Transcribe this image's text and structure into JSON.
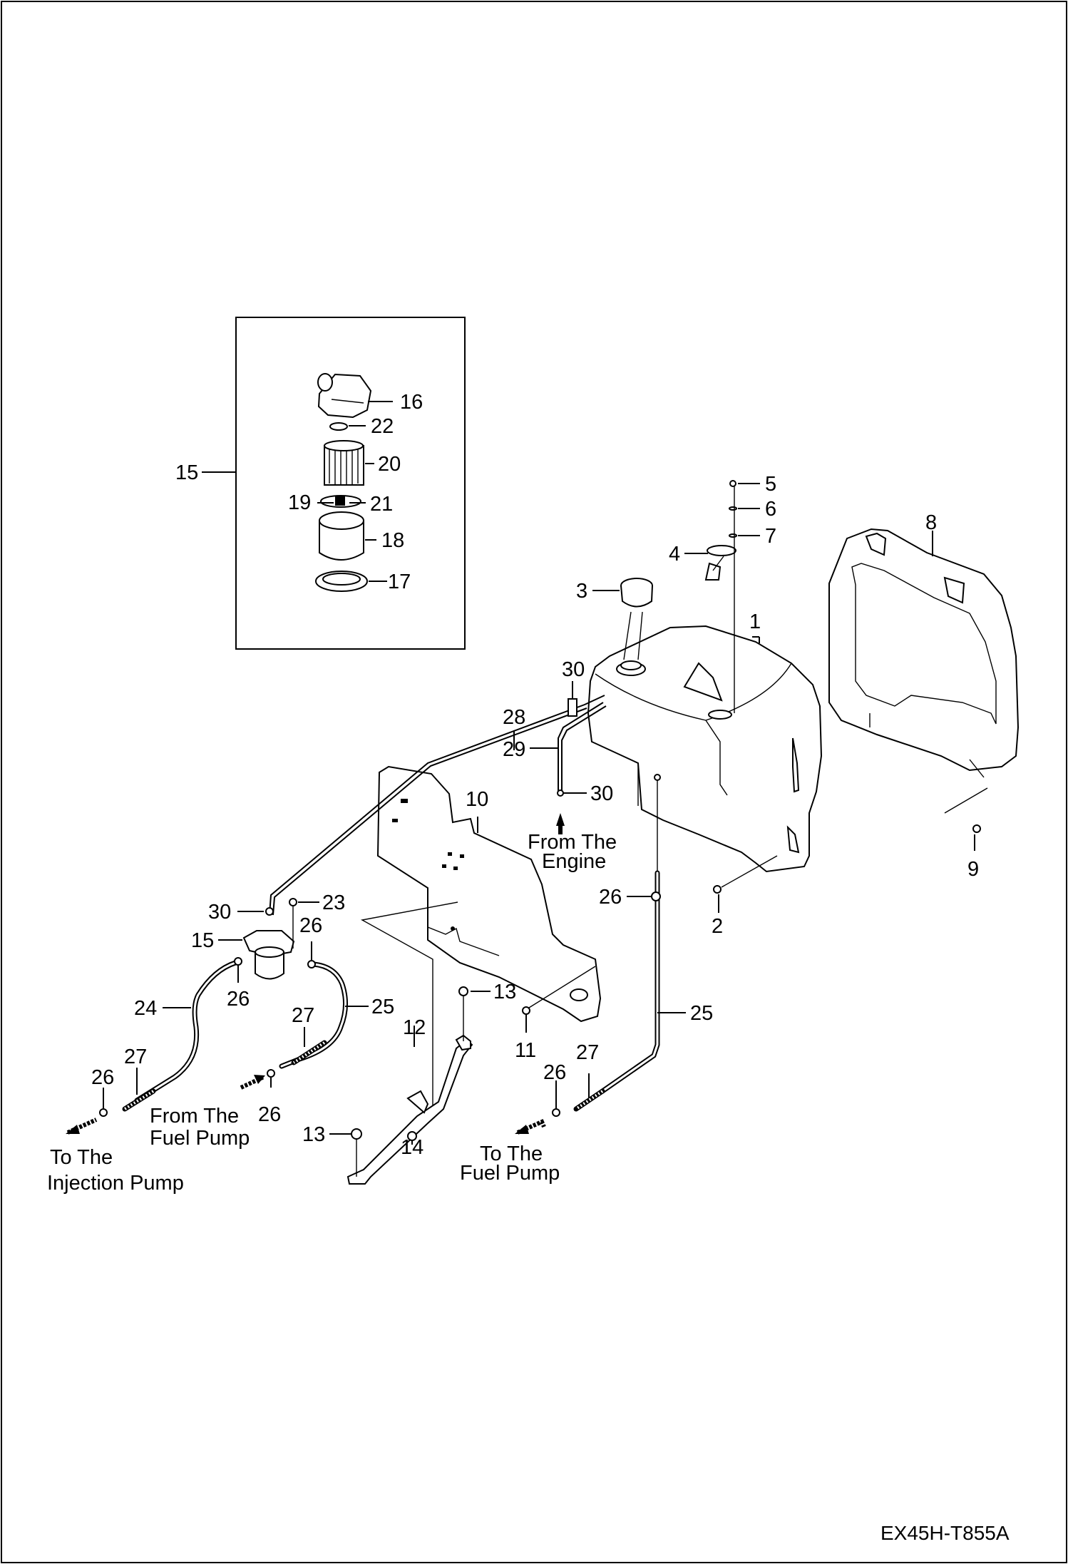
{
  "document_code": "EX45H-T855A",
  "callouts": {
    "c1": "1",
    "c2": "2",
    "c3": "3",
    "c4": "4",
    "c5": "5",
    "c6": "6",
    "c7": "7",
    "c8": "8",
    "c9": "9",
    "c10": "10",
    "c11": "11",
    "c12": "12",
    "c13a": "13",
    "c13b": "13",
    "c14": "14",
    "c15a": "15",
    "c15b": "15",
    "c16": "16",
    "c17": "17",
    "c18": "18",
    "c19": "19",
    "c20": "20",
    "c21": "21",
    "c22": "22",
    "c23": "23",
    "c24": "24",
    "c25a": "25",
    "c25b": "25",
    "c26a": "26",
    "c26b": "26",
    "c26c": "26",
    "c26d": "26",
    "c26e": "26",
    "c26f": "26",
    "c27a": "27",
    "c27b": "27",
    "c27c": "27",
    "c28": "28",
    "c29": "29",
    "c30a": "30",
    "c30b": "30",
    "c30c": "30"
  },
  "notes": {
    "from_engine_1": "From The",
    "from_engine_2": "Engine",
    "from_fuel_pump_1": "From The",
    "from_fuel_pump_2": "Fuel Pump",
    "to_injection_1": "To The",
    "to_injection_2": "Injection Pump",
    "to_fuel_pump_1": "To The",
    "to_fuel_pump_2": "Fuel Pump"
  },
  "colors": {
    "line": "#000000",
    "paper": "#ffffff"
  }
}
